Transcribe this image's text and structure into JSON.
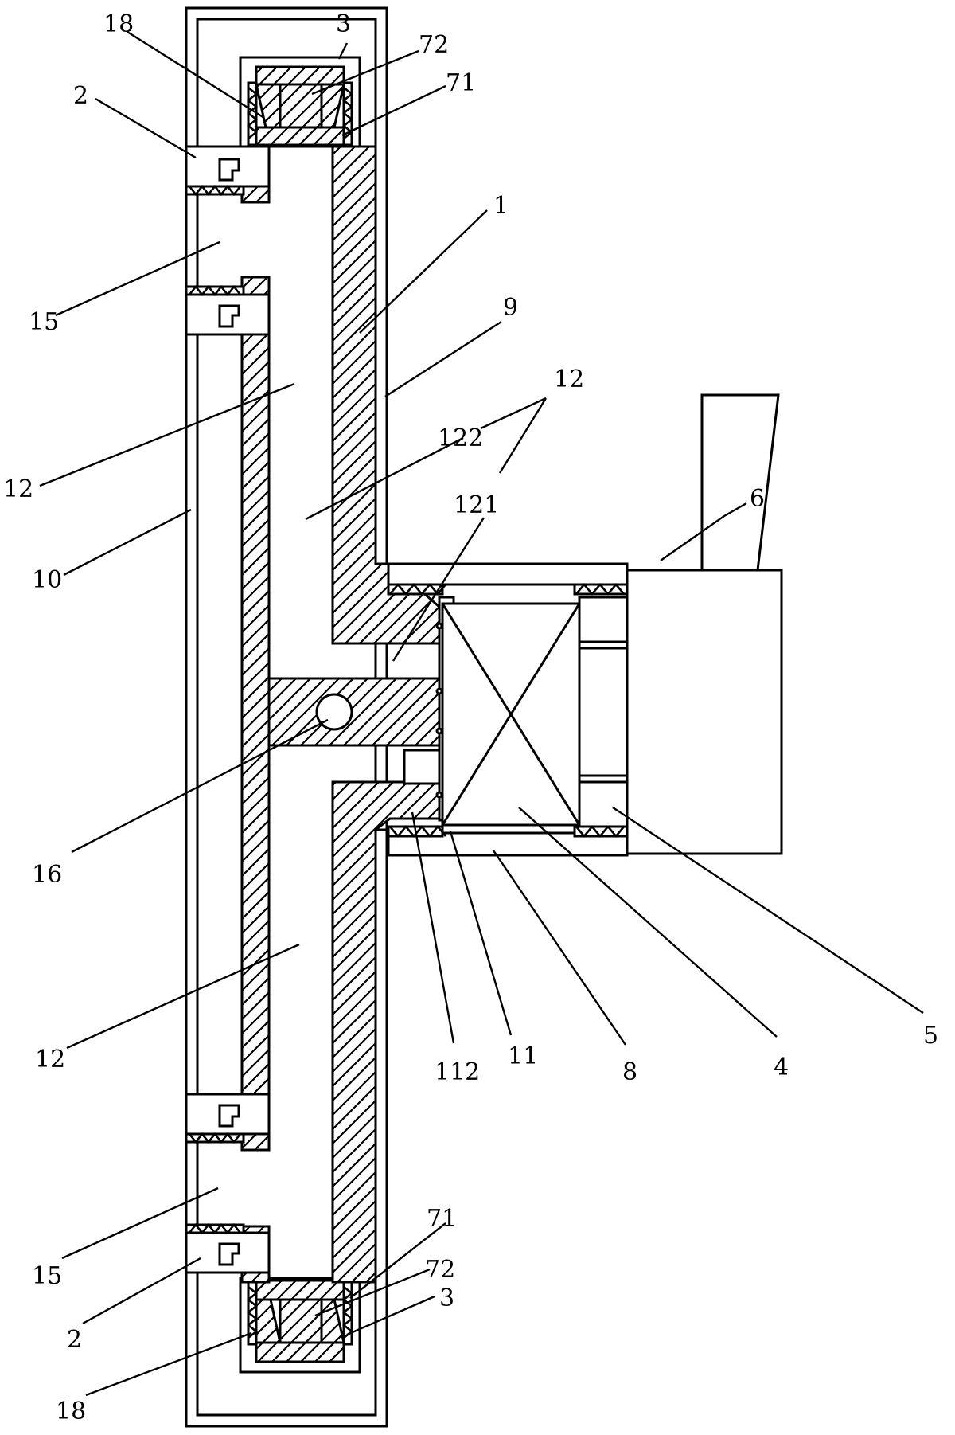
{
  "figure": {
    "labels": {
      "housing": "1",
      "clamp": "2",
      "cap": "3",
      "motor_box": "4",
      "stator": "5",
      "controller": "6",
      "seal_ring": "71",
      "seal_block": "72",
      "sleeve": "8",
      "outer_wall": "9",
      "frame": "10",
      "neck": "11",
      "neck_flange": "112",
      "channel": "12",
      "channel_inlet": "121",
      "channel_branch": "122",
      "port": "15",
      "ball_valve": "16",
      "gasket": "18"
    }
  }
}
